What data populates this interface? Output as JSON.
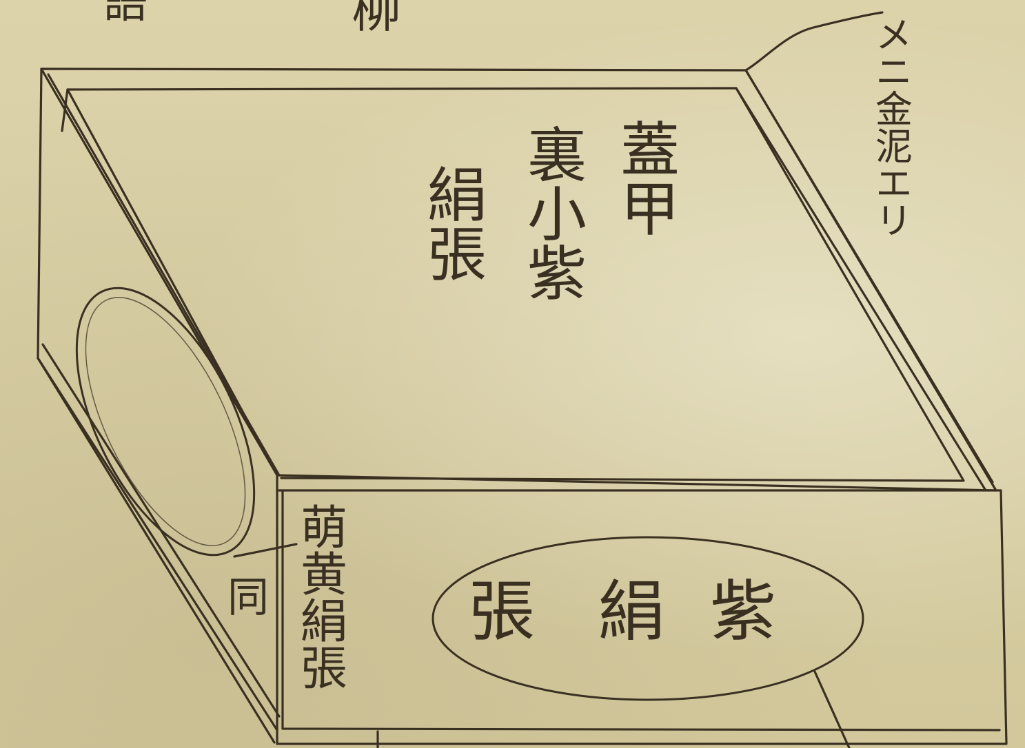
{
  "header_fragment": {
    "left": "語",
    "right": "柳"
  },
  "lid_label": {
    "col1": "蓋甲",
    "col2": "裏小紫",
    "col3": "絹張"
  },
  "corner_note": "メニ金泥エリ",
  "front_oval_label": {
    "chars": [
      "紫",
      "絹",
      "張"
    ]
  },
  "edge_note": "萌黄絹張",
  "side_note": "同",
  "colors": {
    "paper": "#d8cfa6",
    "ink": "#3a3022"
  }
}
